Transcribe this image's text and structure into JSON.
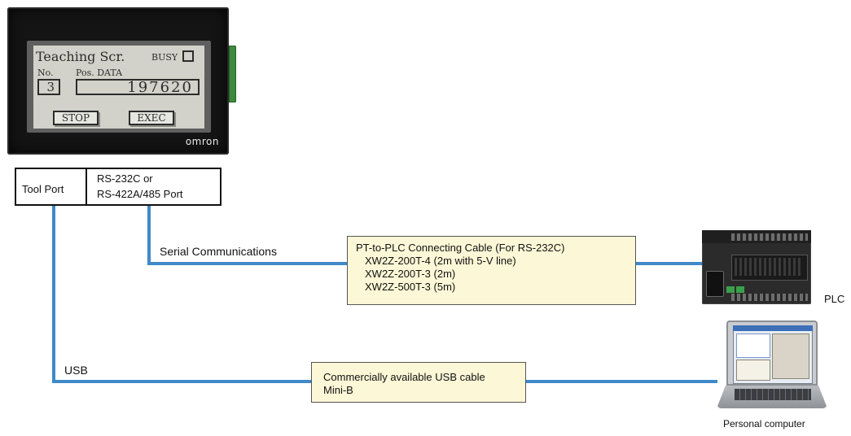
{
  "hmi": {
    "screen_title": "Teaching Scr.",
    "busy_label": "BUSY",
    "no_label": "No.",
    "no_value": "3",
    "pos_label": "Pos. DATA",
    "pos_value": "197620",
    "stop_button": "STOP",
    "exec_button": "EXEC",
    "brand": "omron"
  },
  "ports": {
    "tool_port": "Tool Port",
    "serial_port_line1": "RS-232C or",
    "serial_port_line2": "RS-422A/485 Port"
  },
  "connections": {
    "serial_label": "Serial Communications",
    "usb_label": "USB"
  },
  "serial_cable_note": {
    "title": "PT-to-PLC Connecting Cable (For RS-232C)",
    "items": [
      "XW2Z-200T-4 (2m with 5-V line)",
      "XW2Z-200T-3 (2m)",
      "XW2Z-500T-3 (5m)"
    ]
  },
  "usb_cable_note": {
    "line1": "Commercially available USB cable",
    "line2": "Mini-B"
  },
  "devices": {
    "plc_label": "PLC",
    "pc_label": "Personal computer"
  },
  "colors": {
    "cable": "#3f89c9",
    "note_fill": "#fcf7d6"
  }
}
